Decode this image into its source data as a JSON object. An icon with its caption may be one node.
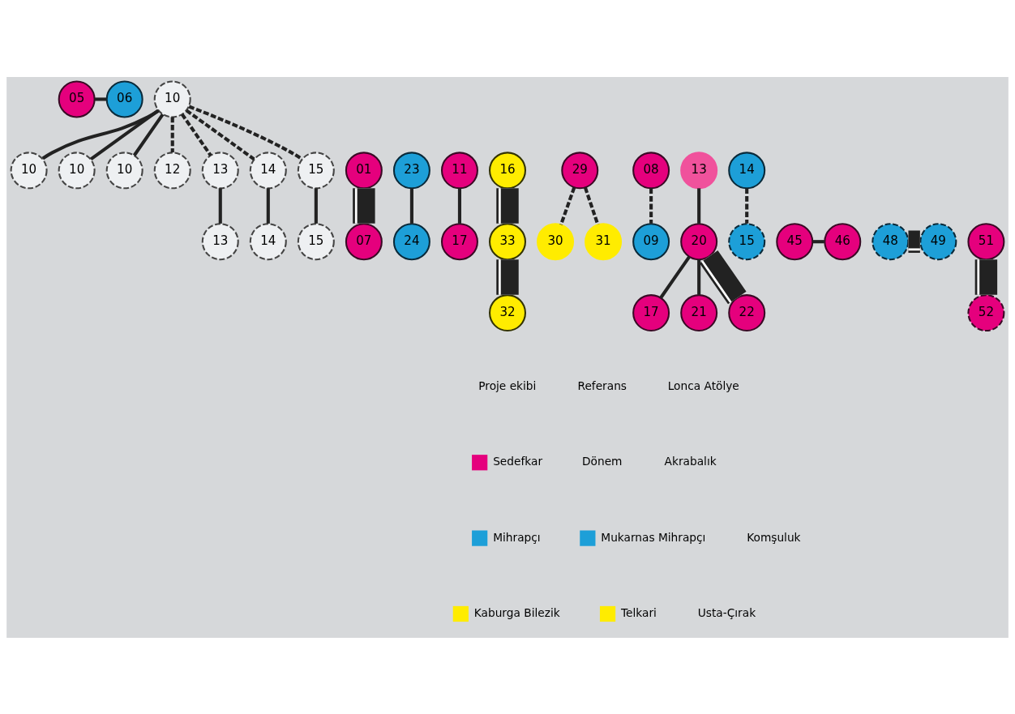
{
  "diagram": {
    "nodes": [
      {
        "text": [
          "05"
        ]
      },
      {
        "text": [
          "06"
        ]
      },
      {
        "text": [
          "10"
        ]
      },
      {
        "text": [
          "10"
        ]
      },
      {
        "text": [
          "10"
        ]
      },
      {
        "text": [
          "10"
        ]
      },
      {
        "text": [
          "01"
        ]
      },
      {
        "text": [
          "23"
        ]
      },
      {
        "text": [
          "12"
        ]
      },
      {
        "text": [
          "13"
        ]
      },
      {
        "text": [
          "14"
        ]
      },
      {
        "text": [
          "15"
        ]
      },
      {
        "text": [
          "11"
        ]
      },
      {
        "text": [
          "16"
        ]
      },
      {
        "text": [
          "29"
        ]
      },
      {
        "text": [
          "08"
        ]
      },
      {
        "text": [
          "13"
        ]
      },
      {
        "text": [
          "14"
        ]
      },
      {
        "text": [
          "24"
        ]
      },
      {
        "text": [
          "13"
        ]
      },
      {
        "text": [
          "14"
        ]
      },
      {
        "text": [
          "15"
        ]
      },
      {
        "text": [
          "17"
        ]
      },
      {
        "text": [
          "30"
        ]
      },
      {
        "text": [
          "31"
        ]
      },
      {
        "text": [
          "09"
        ]
      },
      {
        "text": [
          "07"
        ]
      },
      {
        "text": [
          "33"
        ]
      },
      {
        "text": [
          "45"
        ]
      },
      {
        "text": [
          "46"
        ]
      },
      {
        "text": [
          "48"
        ]
      },
      {
        "text": [
          "49"
        ]
      },
      {
        "text": [
          "20"
        ]
      },
      {
        "text": [
          "15"
        ]
      },
      {
        "text": [
          "51"
        ]
      },
      {
        "text": [
          "32"
        ]
      },
      {
        "text": [
          "17"
        ]
      },
      {
        "text": [
          "21"
        ]
      },
      {
        "text": [
          "22"
        ]
      },
      {
        "text": [
          "52"
        ]
      }
    ],
    "edges": [
      {
        "from": 0,
        "to": 1,
        "arrow": "none"
      },
      {
        "from": 2,
        "to": 3,
        "arrow": "none"
      },
      {
        "from": 2,
        "to": 4,
        "arrow": "none"
      },
      {
        "from": 2,
        "to": 5,
        "arrow": "none"
      },
      {
        "from": 2,
        "to": 8,
        "arrow": "none",
        "style": "dashed"
      },
      {
        "from": 2,
        "to": 9,
        "arrow": "none",
        "style": "dashed"
      },
      {
        "from": 2,
        "to": 10,
        "arrow": "none",
        "style": "dashed"
      },
      {
        "from": 2,
        "to": 11,
        "arrow": "none",
        "style": "dashed"
      },
      {
        "from": 6,
        "to": 26,
        "arrow": "none",
        "style": "thick"
      },
      {
        "from": 7,
        "to": 18,
        "arrow": "none"
      },
      {
        "from": 9,
        "to": 19,
        "arrow": "none"
      },
      {
        "from": 10,
        "to": 20,
        "arrow": "none"
      },
      {
        "from": 11,
        "to": 21,
        "arrow": "none"
      },
      {
        "from": 12,
        "to": 22,
        "arrow": "none"
      },
      {
        "from": 13,
        "to": 27,
        "arrow": "none",
        "style": "thick"
      },
      {
        "from": 14,
        "to": 23,
        "arrow": "none",
        "style": "dashed"
      },
      {
        "from": 14,
        "to": 24,
        "arrow": "none",
        "style": "dashed"
      },
      {
        "from": 15,
        "to": 25,
        "arrow": "none",
        "style": "dashed"
      },
      {
        "from": 16,
        "to": 32,
        "arrow": "none"
      },
      {
        "from": 17,
        "to": 33,
        "arrow": "none",
        "style": "dashed"
      },
      {
        "from": 27,
        "to": 35,
        "arrow": "none",
        "style": "thick"
      },
      {
        "from": 28,
        "to": 29,
        "arrow": "none"
      },
      {
        "from": 30,
        "to": 31,
        "arrow": "none",
        "style": "thick"
      },
      {
        "from": 32,
        "to": 36,
        "arrow": "none"
      },
      {
        "from": 32,
        "to": 37,
        "arrow": "none"
      },
      {
        "from": 32,
        "to": 38,
        "arrow": "none",
        "style": "thick"
      },
      {
        "from": 34,
        "to": 39,
        "arrow": "none",
        "style": "thick"
      }
    ],
    "legend": [
      {
        "text": "Proje ekibi"
      },
      {
        "text": "Referans"
      },
      {
        "text": "Lonca Atölye"
      },
      {
        "text": "Sedefkar",
        "color": "#e5007d"
      },
      {
        "text": "Dönem"
      },
      {
        "text": "Akrabalık"
      },
      {
        "text": "Mihrapçı",
        "color": "#1d9fd8"
      },
      {
        "text": "Mukarnas Mihrapçı",
        "color": "#1d9fd8"
      },
      {
        "text": "Komşuluk"
      },
      {
        "text": "Kaburga Bilezik",
        "color": "#ffec00"
      },
      {
        "text": "Telkari",
        "color": "#ffec00"
      },
      {
        "text": "Usta-Çırak"
      }
    ]
  }
}
